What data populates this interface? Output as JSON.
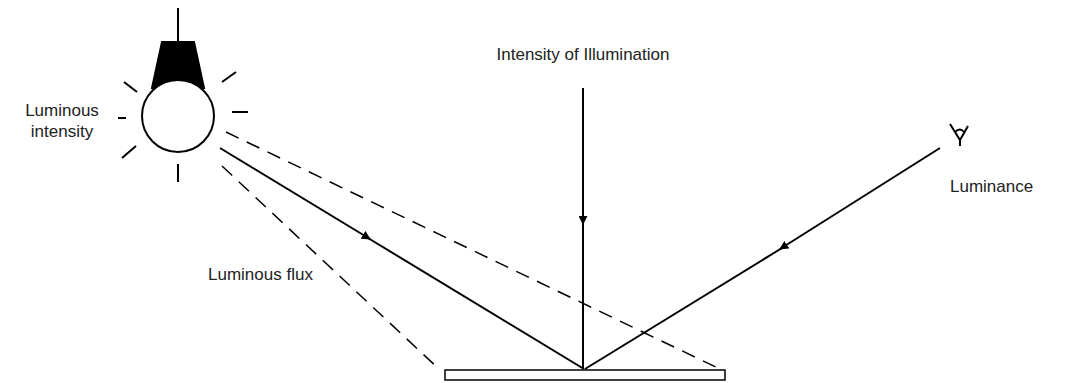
{
  "diagram": {
    "labels": [
      "Intensity of Illumination",
      "Luminous intensity",
      "Luminance",
      "Luminous flux"
    ]
  }
}
